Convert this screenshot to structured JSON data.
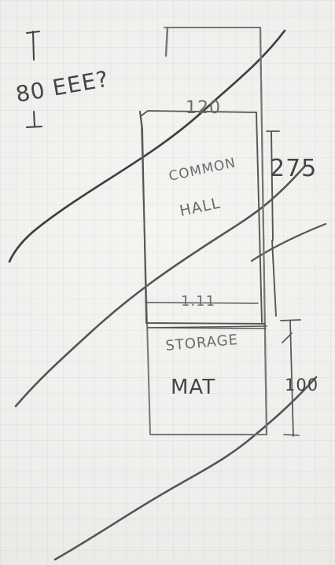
{
  "sketch": {
    "height_note": "80 EEE?",
    "top_width": "120",
    "common_hall": "COMMON\nHALL",
    "common_hall_height": "275",
    "divider_label": "1.11",
    "storage_label": "STORAGE",
    "mat_label": "MAT",
    "storage_height": "100"
  }
}
